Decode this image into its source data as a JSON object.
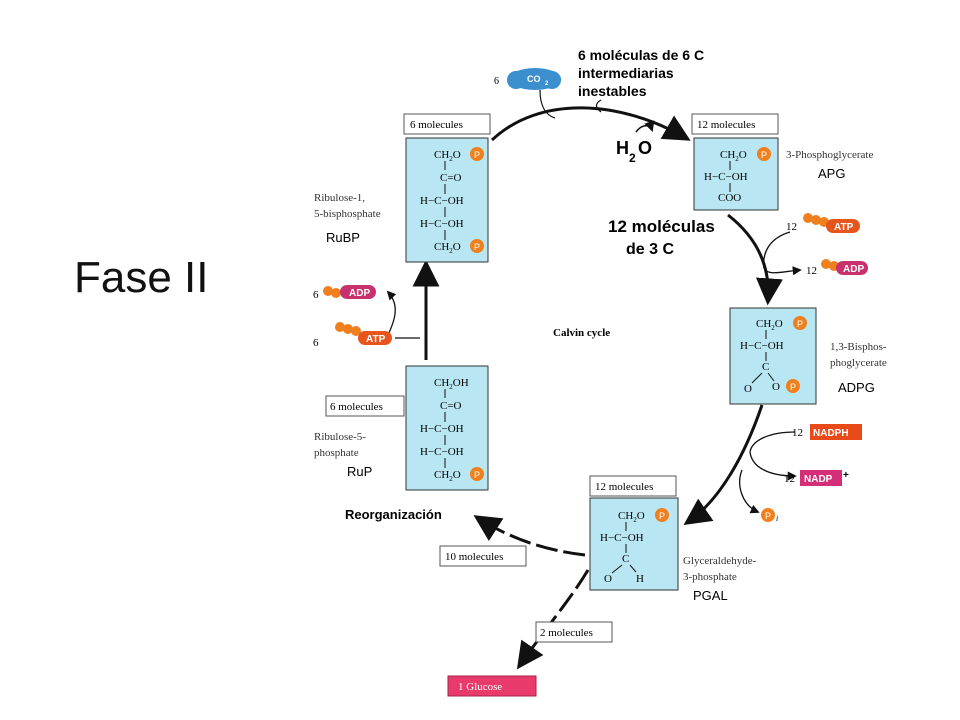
{
  "slide_title": "Fase II",
  "cycle_title": "Calvin cycle",
  "co2": {
    "count": "6",
    "label": "CO",
    "sub": "2"
  },
  "annotations": {
    "unstable_line1": "6 moléculas de 6 C",
    "unstable_line2": "intermediarias",
    "unstable_line3": "inestables",
    "water_h": "H",
    "water_sub": "2",
    "water_o": "O",
    "three_c_line1": "12  moléculas",
    "three_c_line2": "de 3 C",
    "reorg": "Reorganización"
  },
  "counts": {
    "rubp": "6 molecules",
    "apg": "12 molecules",
    "rup": "6 molecules",
    "pgal": "12 molecules",
    "ten": "10 molecules",
    "two": "2 molecules"
  },
  "compounds": {
    "rubp": {
      "name1": "Ribulose-1,",
      "name2": "5-bisphosphate",
      "abbr": "RuBP"
    },
    "apg": {
      "name": "3-Phosphoglycerate",
      "abbr": "APG"
    },
    "bpg": {
      "name1": "1,3-Bisphos-",
      "name2": "phoglycerate",
      "abbr": "ADPG"
    },
    "pgal": {
      "name1": "Glyceraldehyde-",
      "name2": "3-phosphate",
      "abbr": "PGAL"
    },
    "rup": {
      "name1": "Ribulose-5-",
      "name2": "phosphate",
      "abbr": "RuP"
    }
  },
  "formulas": {
    "ch2o": "CH",
    "c_eq_o": "C=O",
    "h_c_oh": "H−C−OH",
    "coo": "COO",
    "ch2oh": "CH",
    "sub2": "2",
    "o": "O",
    "oh": "OH",
    "p": "P",
    "c": "C",
    "h": "H",
    "o_eq": "O"
  },
  "energy": {
    "atp_in_count": "12",
    "atp": "ATP",
    "adp_out_count": "12",
    "adp": "ADP",
    "nadph_count": "12",
    "nadph": "NADPH",
    "nadp_count": "12",
    "nadp": "NADP",
    "nadp_plus": "+",
    "pi": "P",
    "pi_sub": "i",
    "left_adp_count": "6",
    "left_atp_count": "6"
  },
  "product": "1 Glucose",
  "colors": {
    "box_fill": "#b9e6f3",
    "phosphate": "#f07f1e",
    "atp": "#e8551c",
    "adp": "#c8306e",
    "nadph": "#e84a1a",
    "nadp": "#d52e78",
    "glucose": "#e83b6c",
    "co2": "#3b8fcf"
  }
}
